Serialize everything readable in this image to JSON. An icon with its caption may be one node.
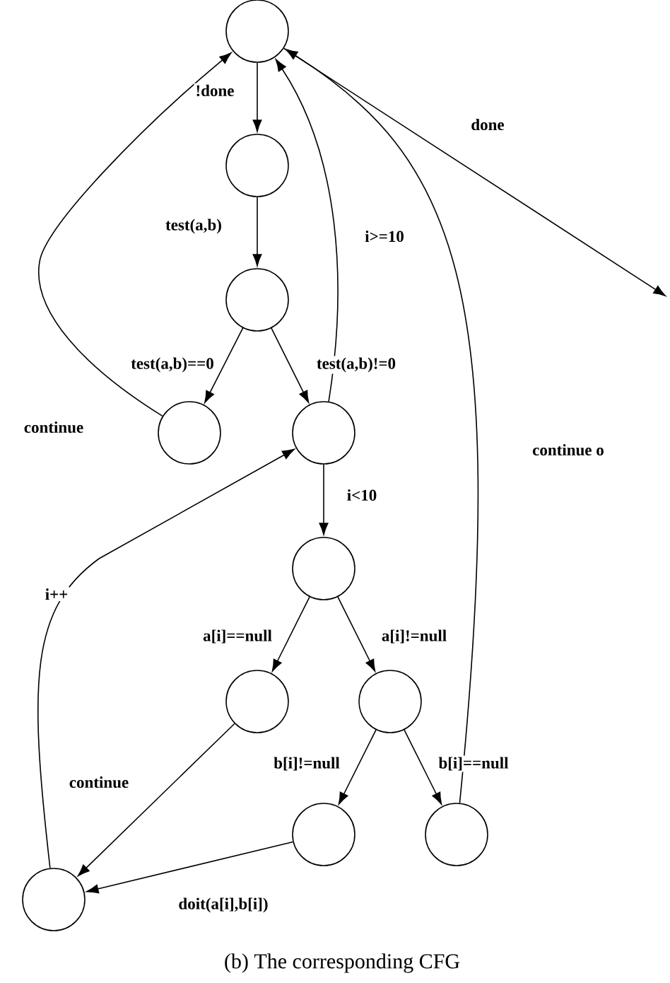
{
  "diagram": {
    "caption": "(b) The corresponding CFG",
    "nodes": [
      {
        "text": [],
        "shape": "circle"
      },
      {
        "text": [],
        "shape": "circle"
      },
      {
        "text": [],
        "shape": "circle"
      },
      {
        "text": [],
        "shape": "circle"
      },
      {
        "text": [],
        "shape": "circle"
      },
      {
        "text": [],
        "shape": "circle"
      },
      {
        "text": [],
        "shape": "circle"
      },
      {
        "text": [],
        "shape": "circle"
      },
      {
        "text": [],
        "shape": "circle"
      },
      {
        "text": [],
        "shape": "circle"
      },
      {
        "text": [],
        "shape": "circle"
      }
    ],
    "edges": [
      {
        "from": 0,
        "to": 1,
        "arrow": "to",
        "label": "!done"
      },
      {
        "from": 0,
        "to": null,
        "arrow": "to",
        "label": "done"
      },
      {
        "from": 1,
        "to": 2,
        "arrow": "to",
        "label": "test(a,b)"
      },
      {
        "from": 2,
        "to": 3,
        "arrow": "to",
        "label": "test(a,b)==0"
      },
      {
        "from": 2,
        "to": 4,
        "arrow": "to",
        "label": "test(a,b)!=0"
      },
      {
        "from": 3,
        "to": 0,
        "arrow": "to",
        "label": "continue"
      },
      {
        "from": 4,
        "to": 0,
        "arrow": "to",
        "label": "i>=10"
      },
      {
        "from": 9,
        "to": 0,
        "arrow": "to",
        "label": "continue o"
      },
      {
        "from": 4,
        "to": 5,
        "arrow": "to",
        "label": "i<10"
      },
      {
        "from": 10,
        "to": 4,
        "arrow": "to",
        "label": "i++"
      },
      {
        "from": 5,
        "to": 6,
        "arrow": "to",
        "label": "a[i]==null"
      },
      {
        "from": 5,
        "to": 7,
        "arrow": "to",
        "label": "a[i]!=null"
      },
      {
        "from": 7,
        "to": 8,
        "arrow": "to",
        "label": "b[i]!=null"
      },
      {
        "from": 7,
        "to": 9,
        "arrow": "to",
        "label": "b[i]==null"
      },
      {
        "from": 6,
        "to": 10,
        "arrow": "to",
        "label": "continue"
      },
      {
        "from": 8,
        "to": 10,
        "arrow": "to",
        "label": "doit(a[i],b[i])"
      }
    ]
  }
}
